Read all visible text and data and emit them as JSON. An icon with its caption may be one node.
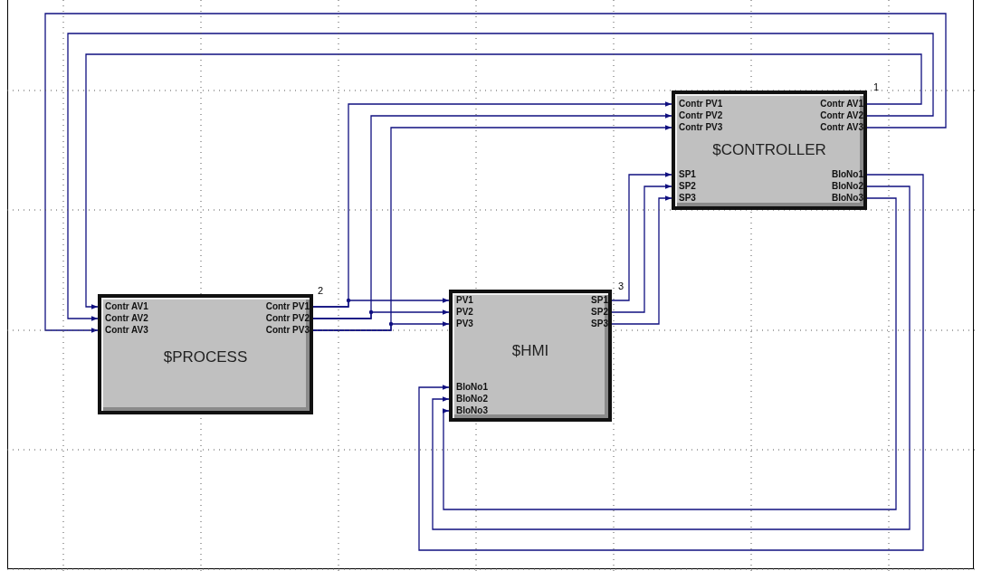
{
  "diagram": {
    "nodes": [
      {
        "text": [
          "$CONTROLLER"
        ],
        "beside": [
          "1"
        ]
      },
      {
        "text": [
          "Contr PV1"
        ],
        "in": 0
      },
      {
        "text": [
          "Contr PV2"
        ],
        "in": 0
      },
      {
        "text": [
          "Contr PV3"
        ],
        "in": 0
      },
      {
        "text": [
          "Contr AV1"
        ],
        "in": 0
      },
      {
        "text": [
          "Contr AV2"
        ],
        "in": 0
      },
      {
        "text": [
          "Contr AV3"
        ],
        "in": 0
      },
      {
        "text": [
          "SP1"
        ],
        "in": 0
      },
      {
        "text": [
          "SP2"
        ],
        "in": 0
      },
      {
        "text": [
          "SP3"
        ],
        "in": 0
      },
      {
        "text": [
          "BloNo1"
        ],
        "in": 0
      },
      {
        "text": [
          "BloNo2"
        ],
        "in": 0
      },
      {
        "text": [
          "BloNo3"
        ],
        "in": 0
      },
      {
        "text": [
          "$PROCESS"
        ],
        "beside": [
          "2"
        ]
      },
      {
        "text": [
          "Contr AV1"
        ],
        "in": 13
      },
      {
        "text": [
          "Contr AV2"
        ],
        "in": 13
      },
      {
        "text": [
          "Contr AV3"
        ],
        "in": 13
      },
      {
        "text": [
          "Contr PV1"
        ],
        "in": 13
      },
      {
        "text": [
          "Contr PV2"
        ],
        "in": 13
      },
      {
        "text": [
          "Contr PV3"
        ],
        "in": 13
      },
      {
        "text": [
          "$HMI"
        ],
        "beside": [
          "3"
        ]
      },
      {
        "text": [
          "PV1"
        ],
        "in": 20
      },
      {
        "text": [
          "PV2"
        ],
        "in": 20
      },
      {
        "text": [
          "PV3"
        ],
        "in": 20
      },
      {
        "text": [
          "SP1"
        ],
        "in": 20
      },
      {
        "text": [
          "SP2"
        ],
        "in": 20
      },
      {
        "text": [
          "SP3"
        ],
        "in": 20
      },
      {
        "text": [
          "BloNo1"
        ],
        "in": 20
      },
      {
        "text": [
          "BloNo2"
        ],
        "in": 20
      },
      {
        "text": [
          "BloNo3"
        ],
        "in": 20
      }
    ],
    "edges": [
      {
        "from": 17,
        "to": 1,
        "arrow": "to"
      },
      {
        "from": 17,
        "to": 21,
        "arrow": "to"
      },
      {
        "from": 18,
        "to": 2,
        "arrow": "to"
      },
      {
        "from": 18,
        "to": 22,
        "arrow": "to"
      },
      {
        "from": 19,
        "to": 3,
        "arrow": "to"
      },
      {
        "from": 19,
        "to": 23,
        "arrow": "to"
      },
      {
        "from": 4,
        "to": 14,
        "arrow": "to"
      },
      {
        "from": 5,
        "to": 15,
        "arrow": "to"
      },
      {
        "from": 6,
        "to": 16,
        "arrow": "to"
      },
      {
        "from": 24,
        "to": 7,
        "arrow": "to"
      },
      {
        "from": 25,
        "to": 8,
        "arrow": "to"
      },
      {
        "from": 26,
        "to": 9,
        "arrow": "to"
      },
      {
        "from": 10,
        "to": 27,
        "arrow": "to"
      },
      {
        "from": 11,
        "to": 28,
        "arrow": "to"
      },
      {
        "from": 12,
        "to": 29,
        "arrow": "to"
      }
    ]
  }
}
